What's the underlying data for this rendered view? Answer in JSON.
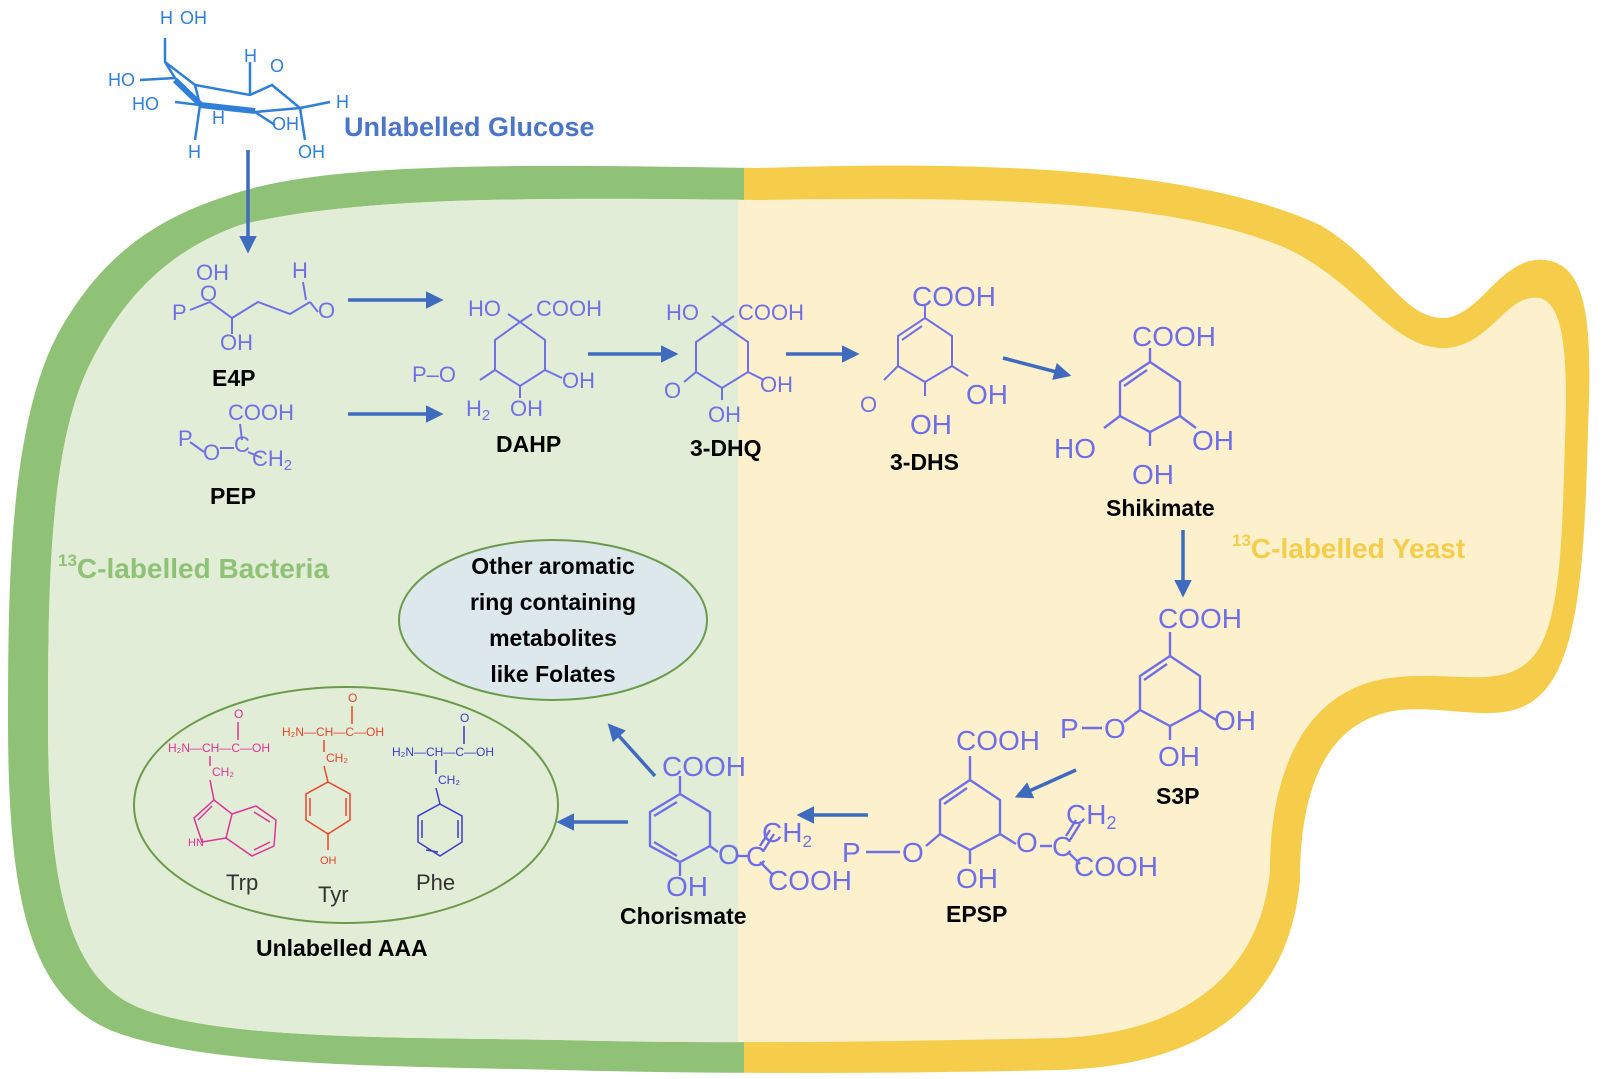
{
  "glucose": {
    "label": "Unlabelled Glucose",
    "atoms": {
      "oh_top": "OH",
      "h_top": "H",
      "ho_1": "HO",
      "ho_2": "HO",
      "h_ring1": "H",
      "o_ring": "O",
      "h_right": "H",
      "h_mid": "H",
      "oh_mid": "OH",
      "h_bottom": "H",
      "oh_bottom": "OH"
    }
  },
  "regions": {
    "bacteria": {
      "sup": "13",
      "label": "C-labelled  Bacteria",
      "color": "#8fc276"
    },
    "yeast": {
      "sup": "13",
      "label": "C-labelled  Yeast",
      "color": "#f5cd4a"
    }
  },
  "metabolites": {
    "e4p": {
      "name": "E4P",
      "oh_top": "OH",
      "h": "H",
      "p": "P",
      "o": "O",
      "oh_bottom": "OH"
    },
    "pep": {
      "name": "PEP",
      "cooh": "COOH",
      "p": "P",
      "o": "O",
      "c": "C",
      "ch2": "CH",
      "ch2_sub": "2"
    },
    "dahp": {
      "name": "DAHP",
      "ho": "HO",
      "cooh": "COOH",
      "p_o": "P–O",
      "h2": "H",
      "h2_sub": "2",
      "oh_bottom": "OH",
      "oh_right": "OH"
    },
    "dhq": {
      "name": "3-DHQ",
      "ho": "HO",
      "cooh": "COOH",
      "o": "O",
      "oh_right": "OH",
      "oh_bottom": "OH"
    },
    "dhs": {
      "name": "3-DHS",
      "cooh": "COOH",
      "o": "O",
      "oh_right": "OH",
      "oh_bottom": "OH"
    },
    "shikimate": {
      "name": "Shikimate",
      "cooh": "COOH",
      "ho": "HO",
      "oh_right": "OH",
      "oh_bottom": "OH"
    },
    "s3p": {
      "name": "S3P",
      "cooh": "COOH",
      "p": "P",
      "o": "O",
      "oh_right": "OH",
      "oh_bottom": "OH"
    },
    "epsp": {
      "name": "EPSP",
      "cooh": "COOH",
      "p": "P",
      "o_left": "O",
      "oh_bottom": "OH",
      "o_right": "O",
      "c": "C",
      "ch2": "CH",
      "ch2_sub": "2",
      "cooh_side": "COOH"
    },
    "chorismate": {
      "name": "Chorismate",
      "cooh": "COOH",
      "oh_bottom": "OH",
      "o": "O",
      "c": "C",
      "ch2": "CH",
      "ch2_sub": "2",
      "cooh_side": "COOH"
    }
  },
  "other_metabolites": {
    "lines": [
      "Other aromatic",
      "ring containing",
      "metabolites",
      "like Folates"
    ],
    "fill": "#dde8ec"
  },
  "aaa": {
    "label": "Unlabelled AAA",
    "trp": {
      "name": "Trp",
      "amine": "H₂N—CH—C—OH",
      "o": "O",
      "ch2": "CH₂",
      "nh": "HN",
      "color": "#e0339a"
    },
    "tyr": {
      "name": "Tyr",
      "amine": "H₂N—CH—C—OH",
      "o": "O",
      "ch2": "CH₂",
      "oh": "OH",
      "color": "#e8452b"
    },
    "phe": {
      "name": "Phe",
      "amine": "H₂N—CH—C—OH",
      "o": "O",
      "ch2": "CH₂",
      "color": "#3b3bcc"
    }
  },
  "colors": {
    "glucose": "#2f7fd8",
    "metabolite": "#7070e6",
    "arrow": "#3f6bbf",
    "bacteria_fill": "#e1edd6",
    "yeast_fill": "#fdf0cd"
  }
}
